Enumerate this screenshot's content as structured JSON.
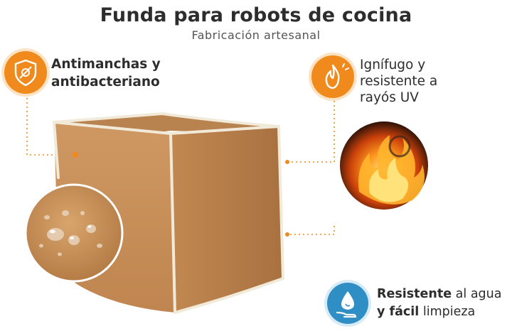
{
  "header": {
    "title": "Funda para robots de cocina",
    "subtitle": "Fabricación artesanal"
  },
  "features": {
    "stain": {
      "line1": "Antimanchas y",
      "line2": "antibacteriano",
      "icon": "shield-virus-icon"
    },
    "fire": {
      "line1": "Ignífugo y",
      "line2": "resistente a",
      "line3": "rayós UV",
      "icon": "flame-icon"
    },
    "water": {
      "line1_bold": "Resistente",
      "line1_light": " al agua",
      "line2_bold": "y fácil",
      "line2_light": " limpieza",
      "icon": "water-drop-hand-icon"
    }
  },
  "colors": {
    "accent": "#f08a1c",
    "cover": "#c8925d",
    "piping": "#f1ead9",
    "water_icon": "#2f8fc4"
  }
}
